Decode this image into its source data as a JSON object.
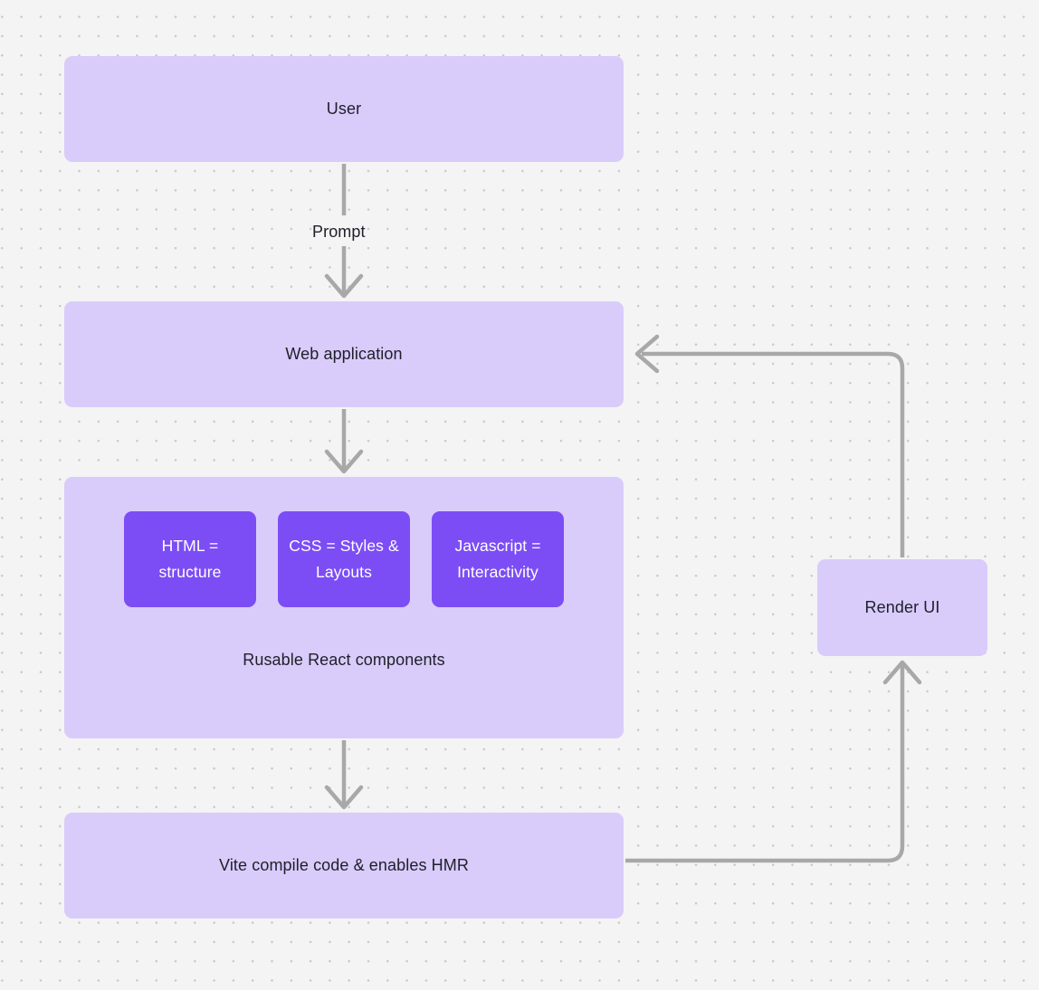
{
  "diagram": {
    "type": "flowchart",
    "background": {
      "color": "#f4f4f4",
      "dot_color": "#c8c8c8",
      "pattern": "dot-grid"
    },
    "palette": {
      "node_fill": "#d9ccfb",
      "chip_fill": "#7c4df5",
      "edge_stroke": "#a8a8a8",
      "text_dark": "#20202b",
      "text_light": "#ffffff"
    },
    "nodes": {
      "user": {
        "label": "User"
      },
      "webapp": {
        "label": "Web application"
      },
      "components": {
        "caption": "Rusable React components",
        "chips": [
          {
            "label": "HTML = structure"
          },
          {
            "label": "CSS = Styles & Layouts"
          },
          {
            "label": "Javascript = Interactivity"
          }
        ]
      },
      "vite": {
        "label": "Vite compile code & enables HMR"
      },
      "render": {
        "label": "Render UI"
      }
    },
    "edges": [
      {
        "from": "user",
        "to": "webapp",
        "label": "Prompt",
        "direction": "down"
      },
      {
        "from": "webapp",
        "to": "components",
        "label": "",
        "direction": "down"
      },
      {
        "from": "components",
        "to": "vite",
        "label": "",
        "direction": "down"
      },
      {
        "from": "vite",
        "to": "render",
        "label": "",
        "direction": "right-then-up"
      },
      {
        "from": "render",
        "to": "webapp",
        "label": "",
        "direction": "up-then-left"
      }
    ]
  }
}
